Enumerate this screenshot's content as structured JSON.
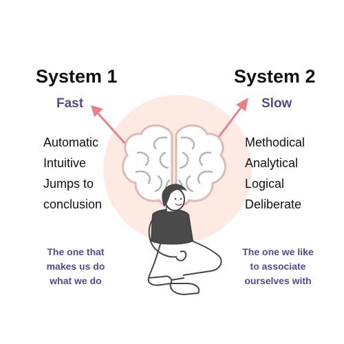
{
  "system1": {
    "title": "System 1",
    "speed": "Fast",
    "traits": [
      "Automatic",
      "Intuitive",
      "Jumps to",
      "conclusion"
    ],
    "description": [
      "The one that",
      "makes us do",
      "what we do"
    ]
  },
  "system2": {
    "title": "System 2",
    "speed": "Slow",
    "traits": [
      "Methodical",
      "Analytical",
      "Logical",
      "Deliberate"
    ],
    "description": [
      "The one we like",
      "to associate",
      "ourselves with"
    ]
  },
  "colors": {
    "title": "#111111",
    "accent_text": "#4f4a8c",
    "arrow": "#e8808a",
    "glow": "#fdebe3",
    "brain_stroke": "#dcb9b9",
    "brain_fill": "#ffffff",
    "person_stroke": "#444444",
    "shirt": "#4a4a4a",
    "hair": "#4a4a4a"
  },
  "icons": [
    "brain-icon",
    "person-illustration",
    "arrow-left-icon",
    "arrow-right-icon"
  ]
}
